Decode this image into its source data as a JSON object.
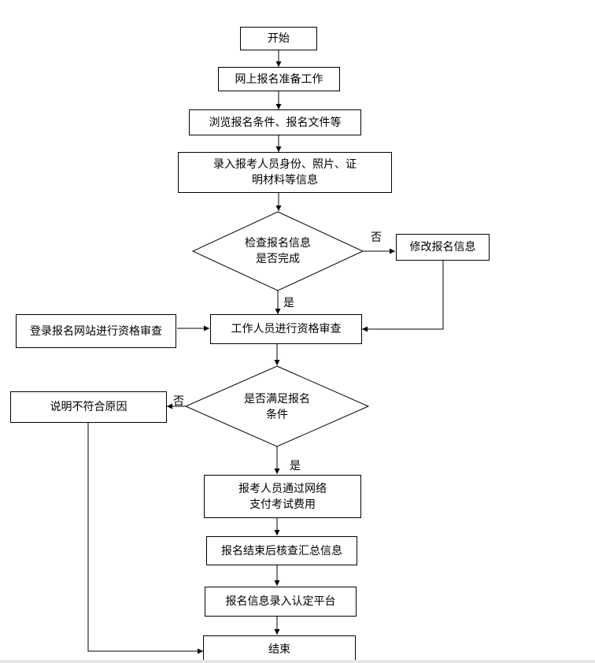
{
  "nodes": {
    "start": "开始",
    "prepare": "网上报名准备工作",
    "browse": "浏览报名条件、报名文件等",
    "input_line1": "录入报考人员身份、照片、证",
    "input_line2": "明材料等信息",
    "check_line1": "检查报名信息",
    "check_line2": "是否完成",
    "modify": "修改报名信息",
    "login_review": "登录报名网站进行资格审查",
    "staff_review": "工作人员进行资格审查",
    "meet_line1": "是否满足报名",
    "meet_line2": "条件",
    "explain": "说明不符合原因",
    "pay_line1": "报考人员通过网络",
    "pay_line2": "支付考试费用",
    "verify": "报名结束后核查汇总信息",
    "entry": "报名信息录入认定平台",
    "end": "结束"
  },
  "labels": {
    "check_no": "否",
    "check_yes": "是",
    "meet_no": "否",
    "meet_yes": "是"
  }
}
